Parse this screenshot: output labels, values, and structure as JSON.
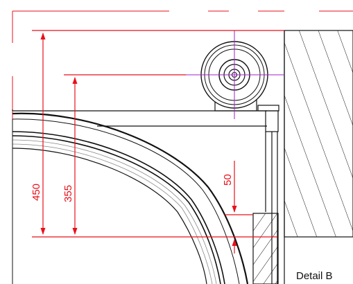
{
  "drawing": {
    "detail_label": "Detail B",
    "dimensions": {
      "dim_450": "450",
      "dim_355": "355",
      "dim_50": "50"
    },
    "colors": {
      "line": "#111111",
      "dimension": "#e8101a",
      "centerline": "#a020c8",
      "hatch": "#111111",
      "frame_dash": "#e8101a",
      "background": "#ffffff"
    }
  }
}
